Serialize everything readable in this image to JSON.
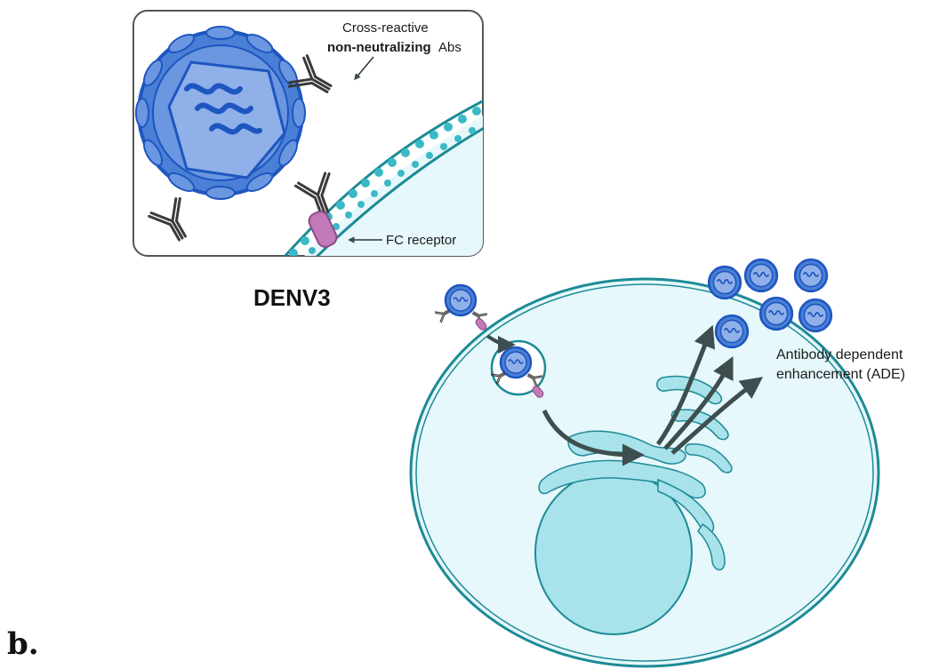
{
  "inset": {
    "label_cross_reactive": "Cross-reactive",
    "label_non_neutralizing": "non-neutralizing",
    "label_abs": "Abs",
    "label_fc_receptor": "FC receptor"
  },
  "serotype": "DENV3",
  "ade": {
    "line1": "Antibody dependent",
    "line2": "enhancement (ADE)"
  },
  "panel_letter": "b.",
  "colors": {
    "virus_fill": "#4a7fd6",
    "virus_dark": "#1e56c0",
    "capsid_fill": "#8fb0e8",
    "cell_membrane": "#1d8a96",
    "cell_fill": "#e6f8fb",
    "nucleus_fill": "#a8e2ea",
    "membrane_bead": "#3bb9c6",
    "receptor": "#c07bb8",
    "antibody": "#3a3a3a",
    "arrow": "#3e4e4e"
  }
}
